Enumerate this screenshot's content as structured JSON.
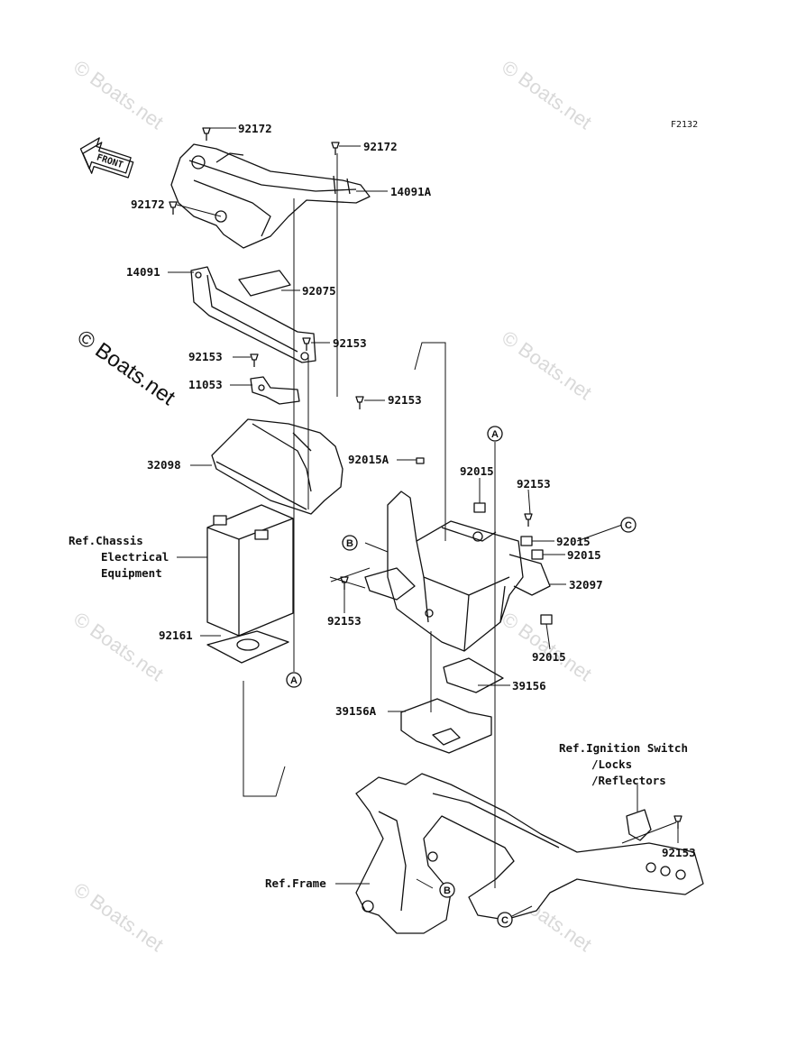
{
  "diagram": {
    "figure_code": "F2132",
    "front_label": "FRONT",
    "watermark": "© Boats.net",
    "part_labels": {
      "p92172_top": "92172",
      "p92172_mid": "92172",
      "p92172_left": "92172",
      "p14091A": "14091A",
      "p14091": "14091",
      "p92075": "92075",
      "p92153_a": "92153",
      "p92153_b": "92153",
      "p11053": "11053",
      "p92153_c": "92153",
      "p32098": "32098",
      "p92015A": "92015A",
      "p92015_top": "92015",
      "p92153_d": "92153",
      "p92015_r1": "92015",
      "p92015_r2": "92015",
      "p32097": "32097",
      "p92153_e": "92153",
      "p92015_bot": "92015",
      "p92161": "92161",
      "p39156": "39156",
      "p39156A": "39156A",
      "p92153_f": "92153"
    },
    "refs": {
      "chassis_1": "Ref.Chassis",
      "chassis_2": "Electrical",
      "chassis_3": "Equipment",
      "ignition_1": "Ref.Ignition Switch",
      "ignition_2": "/Locks",
      "ignition_3": "/Reflectors",
      "frame": "Ref.Frame"
    },
    "callouts": {
      "a1": "A",
      "a2": "A",
      "b1": "B",
      "b2": "B",
      "c1": "C",
      "c2": "C"
    }
  }
}
